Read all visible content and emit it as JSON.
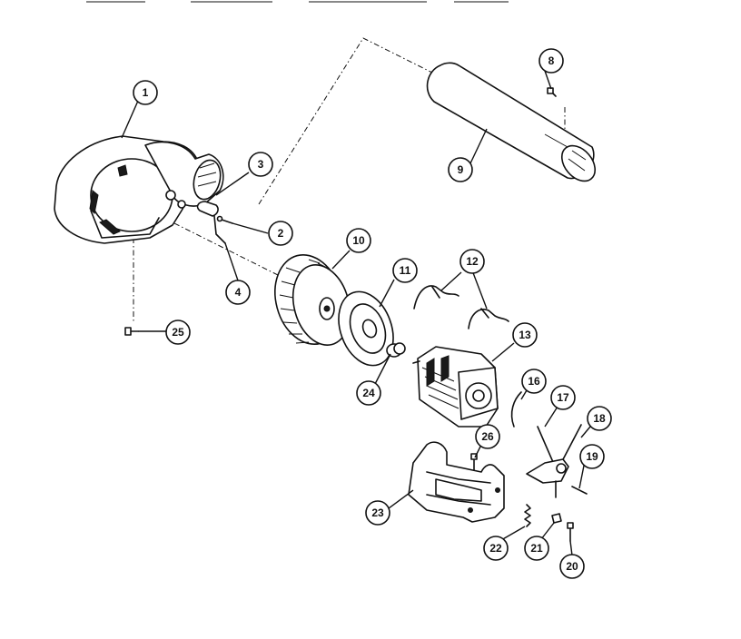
{
  "callouts": {
    "c1": "1",
    "c2": "2",
    "c3": "3",
    "c4": "4",
    "c8": "8",
    "c9": "9",
    "c10": "10",
    "c11": "11",
    "c12": "12",
    "c13": "13",
    "c16": "16",
    "c17": "17",
    "c18": "18",
    "c19": "19",
    "c20": "20",
    "c21": "21",
    "c22": "22",
    "c23": "23",
    "c24": "24",
    "c25": "25",
    "c26": "26"
  }
}
